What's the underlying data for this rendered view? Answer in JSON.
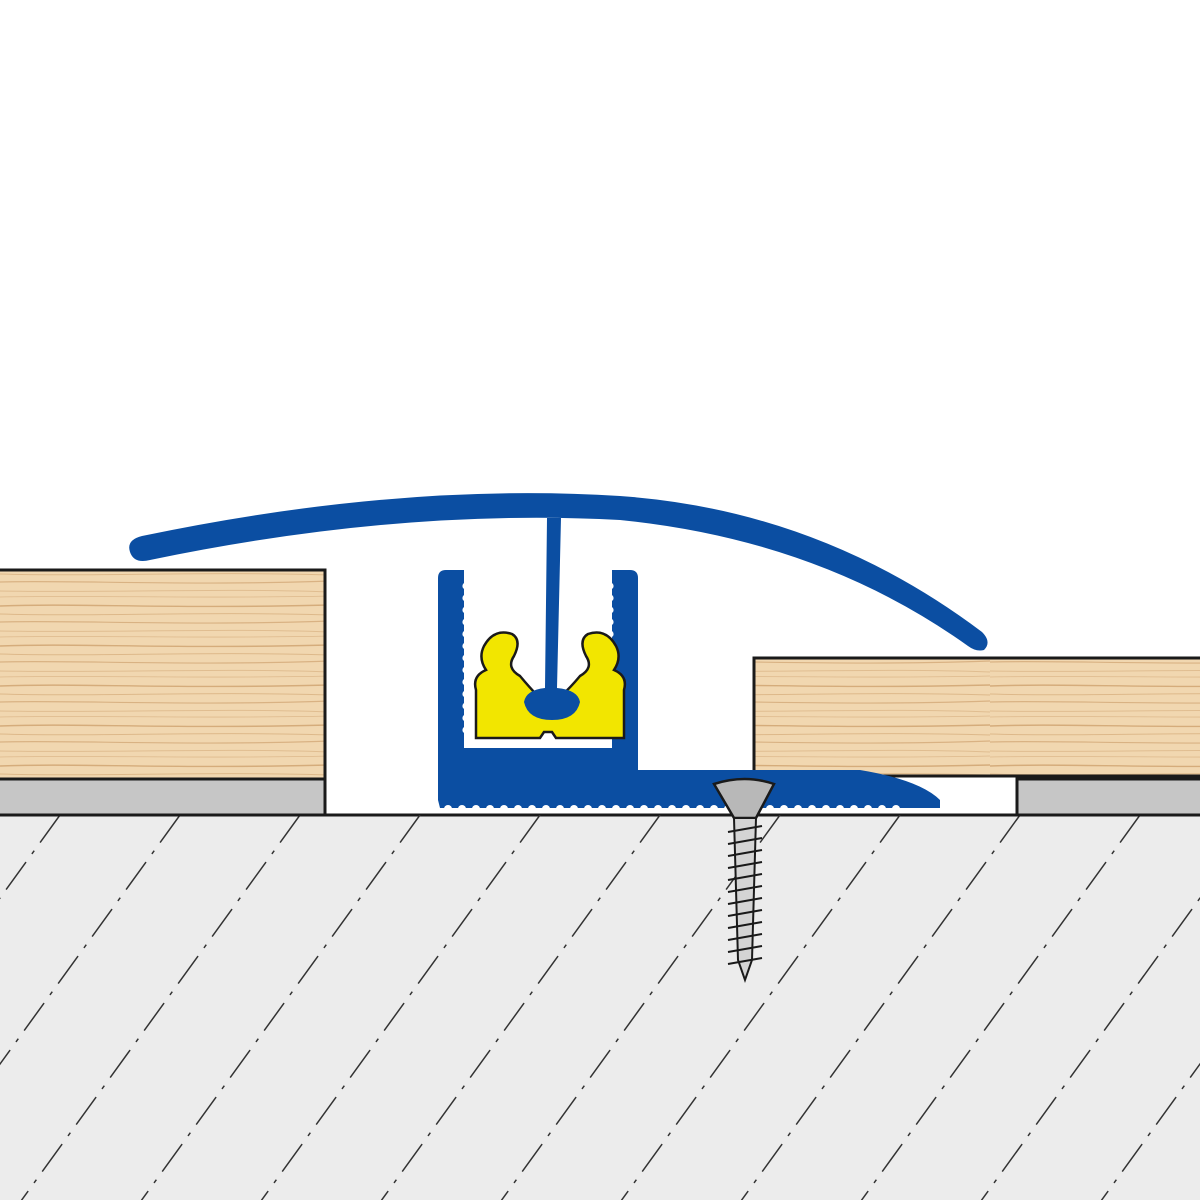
{
  "diagram": {
    "type": "cross-section",
    "labels": [],
    "components": [
      "left-floor-board",
      "right-floor-board",
      "left-underlay",
      "right-underlay",
      "subfloor",
      "transition-profile-cap",
      "base-channel-profile",
      "yellow-clip-insert",
      "fixing-screw"
    ]
  },
  "colors": {
    "profile_blue": "#0b4ea2",
    "clip_yellow": "#f2e600",
    "wood_light": "#f1d7b0",
    "wood_dark": "#c99a66",
    "underlay_grey": "#c6c6c6",
    "subfloor_grey": "#ececec",
    "outline": "#1a1a1a",
    "screw_steel": "#b8b8b8"
  }
}
